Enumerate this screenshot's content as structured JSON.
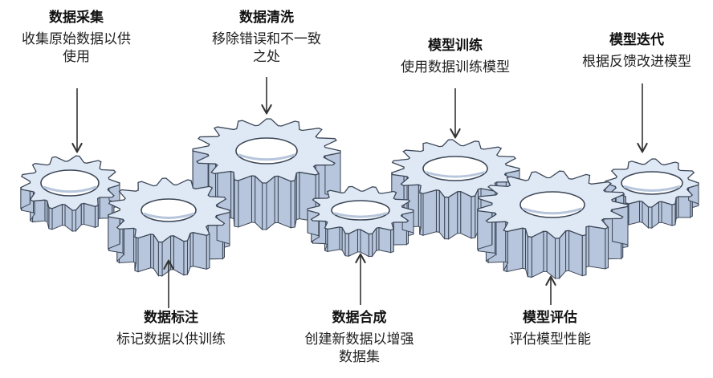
{
  "colors": {
    "gear_face": "#dfe9f6",
    "gear_side": "#b7c6dc",
    "gear_stroke": "#3c4656",
    "hole": "#ffffff",
    "arrow": "#333333",
    "text": "#222222"
  },
  "stages": [
    {
      "id": "collect",
      "title": "数据采集",
      "desc_lines": [
        "收集原始数据以供",
        "使用"
      ]
    },
    {
      "id": "clean",
      "title": "数据清洗",
      "desc_lines": [
        "移除错误和不一致",
        "之处"
      ]
    },
    {
      "id": "train",
      "title": "模型训练",
      "desc_lines": [
        "使用数据训练模型"
      ]
    },
    {
      "id": "iterate",
      "title": "模型迭代",
      "desc_lines": [
        "根据反馈改进模型"
      ]
    },
    {
      "id": "label",
      "title": "数据标注",
      "desc_lines": [
        "标记数据以供训练"
      ]
    },
    {
      "id": "synth",
      "title": "数据合成",
      "desc_lines": [
        "创建新数据以增强",
        "数据集"
      ]
    },
    {
      "id": "eval",
      "title": "模型评估",
      "desc_lines": [
        "评估模型性能"
      ]
    }
  ]
}
